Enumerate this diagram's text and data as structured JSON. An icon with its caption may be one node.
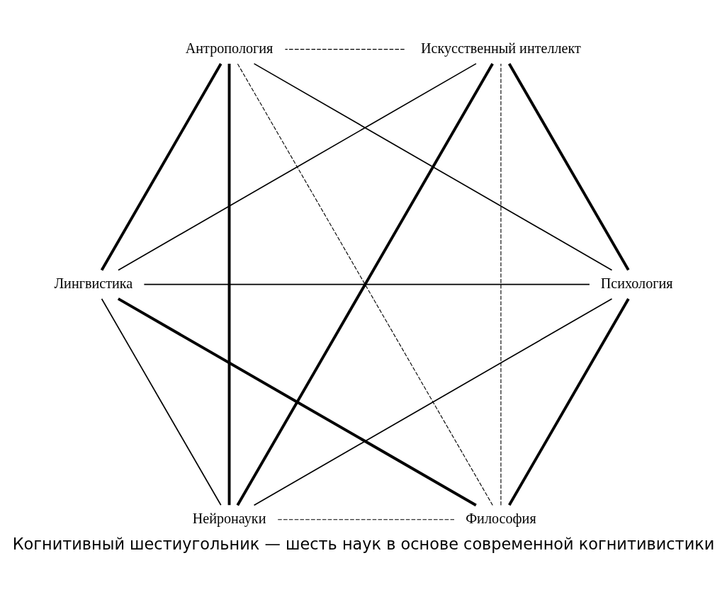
{
  "diagram": {
    "caption": "Когнитивный шестиугольник — шесть наук в основе современной когнитивистики",
    "nodes": [
      {
        "text": [
          "Философия"
        ]
      },
      {
        "text": [
          "Психология"
        ]
      },
      {
        "text": [
          "Лингвистика"
        ]
      },
      {
        "text": [
          "Антропология"
        ]
      },
      {
        "text": [
          "Искусственный интеллект"
        ]
      },
      {
        "text": [
          "Нейронауки"
        ]
      }
    ],
    "edges": [
      {
        "from": 0,
        "to": 2,
        "arrow": "none",
        "style": "thick"
      },
      {
        "from": 2,
        "to": 3,
        "arrow": "none",
        "style": "thick"
      },
      {
        "from": 3,
        "to": 5,
        "arrow": "none",
        "style": "thick"
      },
      {
        "from": 5,
        "to": 4,
        "arrow": "none",
        "style": "thick"
      },
      {
        "from": 4,
        "to": 1,
        "arrow": "none",
        "style": "thick"
      },
      {
        "from": 1,
        "to": 0,
        "arrow": "none",
        "style": "thick"
      },
      {
        "from": 1,
        "to": 2,
        "arrow": "none"
      },
      {
        "from": 0,
        "to": 4,
        "arrow": "none",
        "style": "dashed"
      },
      {
        "from": 0,
        "to": 5,
        "arrow": "none",
        "style": "dashed"
      },
      {
        "from": 0,
        "to": 3,
        "arrow": "none",
        "style": "dashed"
      },
      {
        "from": 1,
        "to": 3,
        "arrow": "none"
      },
      {
        "from": 2,
        "to": 4,
        "arrow": "none"
      },
      {
        "from": 1,
        "to": 5,
        "arrow": "none"
      },
      {
        "from": 2,
        "to": 5,
        "arrow": "none"
      },
      {
        "from": 4,
        "to": 3,
        "arrow": "none",
        "style": "dashed"
      }
    ]
  }
}
